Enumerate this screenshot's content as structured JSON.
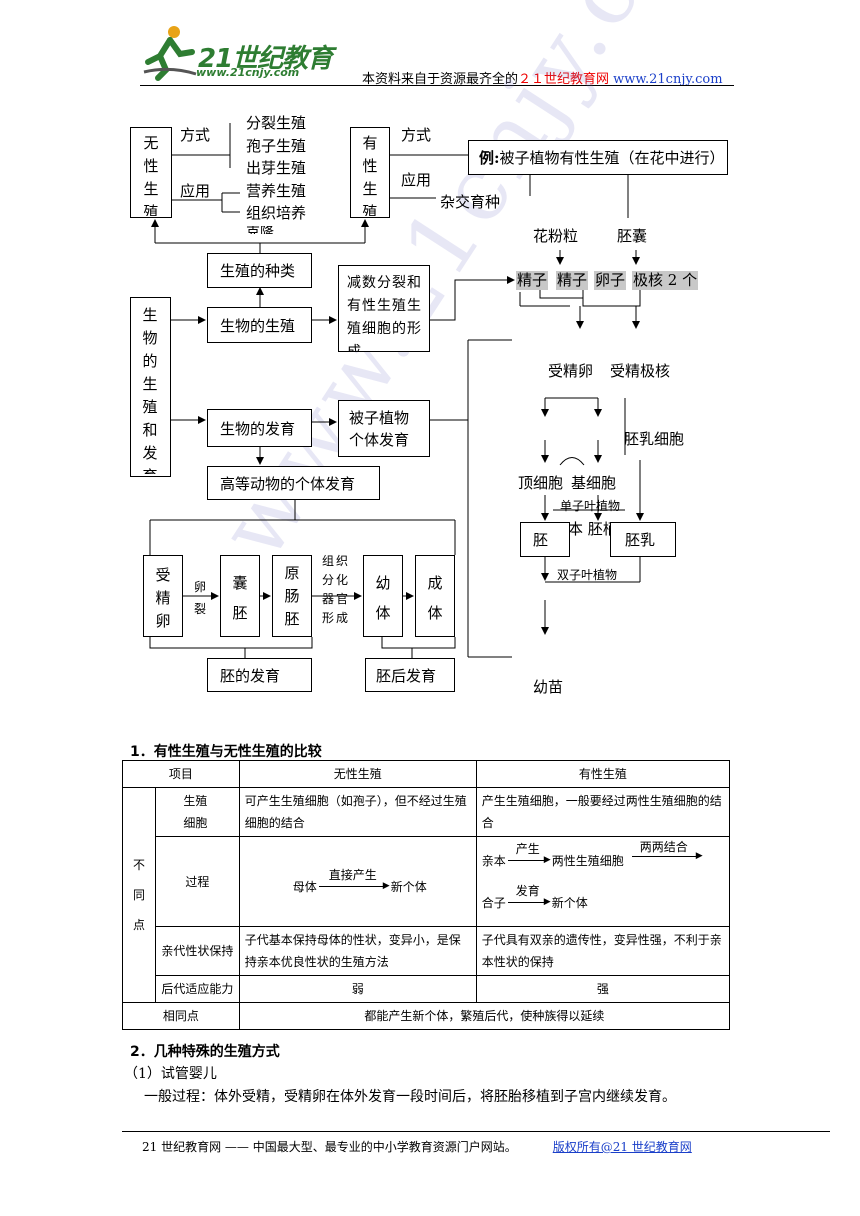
{
  "header": {
    "logo_brand": "21世纪教育",
    "logo_url": "www.21cnjy.com",
    "note_prefix": "本资料来自于资源最齐全的",
    "note_brand": "２１世纪教育网",
    "note_url": "www.21cnjy.com"
  },
  "watermark": "www.21cnjy.com",
  "diagram": {
    "asexual_box": "无性生殖",
    "label_method_1": "方式",
    "label_apply_1": "应用",
    "methods": [
      "分裂生殖",
      "孢子生殖",
      "出芽生殖",
      "营养生殖",
      "组织培养"
    ],
    "methods_tail": "克隆",
    "sexual_box": "有性生殖",
    "label_method_2": "方式",
    "label_apply_2": "应用",
    "hybrid": "杂交育种",
    "example_bold": "例:",
    "example_text": "被子植物有性生殖（在花中进行）",
    "pollen": "花粉粒",
    "embryo_sac": "胚囊",
    "gametes": [
      "精子",
      "精子",
      "卵子",
      "极核 2 个"
    ],
    "fert_egg": "受精卵",
    "fert_polar": "受精极核",
    "endosperm_cell": "胚乳细胞",
    "apical_cell": "顶细胞",
    "basal_cell": "基细胞",
    "monocot": "单子叶植物",
    "overlap_text": "本 胚柄",
    "embryo": "胚",
    "endosperm": "胚乳",
    "dicot": "双子叶植物",
    "seedling": "幼苗",
    "types": "生殖的种类",
    "bio_repro_dev": "生物的生殖和发育",
    "bio_repro": "生物的生殖",
    "meiosis": "减数分裂和有性生殖生殖细胞的形成",
    "bio_dev": "生物的发育",
    "angio_dev": "被子植物个体发育",
    "animal_dev": "高等动物的个体发育",
    "zygote": "受精卵",
    "cleavage": "卵裂",
    "blastula": "囊胚",
    "gastrula": "原肠胚",
    "organ": "组织分化器官形成",
    "larva": "幼体",
    "adult": "成体",
    "embryo_dev": "胚的发育",
    "post_dev": "胚后发育"
  },
  "section1": {
    "title": "1．有性生殖与无性生殖的比较",
    "head": [
      "项目",
      "无性生殖",
      "有性生殖"
    ],
    "diff_label": [
      "不",
      "同",
      "点"
    ],
    "rows": {
      "cells_label": "生殖细胞",
      "cells_asexual": "可产生生殖细胞（如孢子），但不经过生殖细胞的结合",
      "cells_sexual": "产生生殖细胞，一般要经过两性生殖细胞的结合",
      "process_label": "过程",
      "asex_parent": "母体",
      "asex_arrow": "直接产生",
      "asex_new": "新个体",
      "sex_parent": "亲本",
      "sex_arrow1": "产生",
      "sex_cells": "两性生殖细胞",
      "sex_arrow2": "两两结合",
      "sex_zygote": "合子",
      "sex_arrow3": "发育",
      "sex_new": "新个体",
      "trait_label": "亲代性状保持",
      "trait_asexual": "子代基本保持母体的性状，变异小，是保持亲本优良性状的生殖方法",
      "trait_sexual": "子代具有双亲的遗传性，变异性强，不利于亲本性状的保持",
      "adapt_label": "后代适应能力",
      "adapt_asexual": "弱",
      "adapt_sexual": "强",
      "same_label": "相同点",
      "same_text": "都能产生新个体，繁殖后代，使种族得以延续"
    }
  },
  "section2": {
    "title": "2．几种特殊的生殖方式",
    "sub1": "（1）试管婴儿",
    "text1": "一般过程：体外受精，受精卵在体外发育一段时间后，将胚胎移植到子宫内继续发育。"
  },
  "footer": {
    "text": "21 世纪教育网 —— 中国最大型、最专业的中小学教育资源门户网站。",
    "copyright": "版权所有@21 世纪教育网"
  }
}
